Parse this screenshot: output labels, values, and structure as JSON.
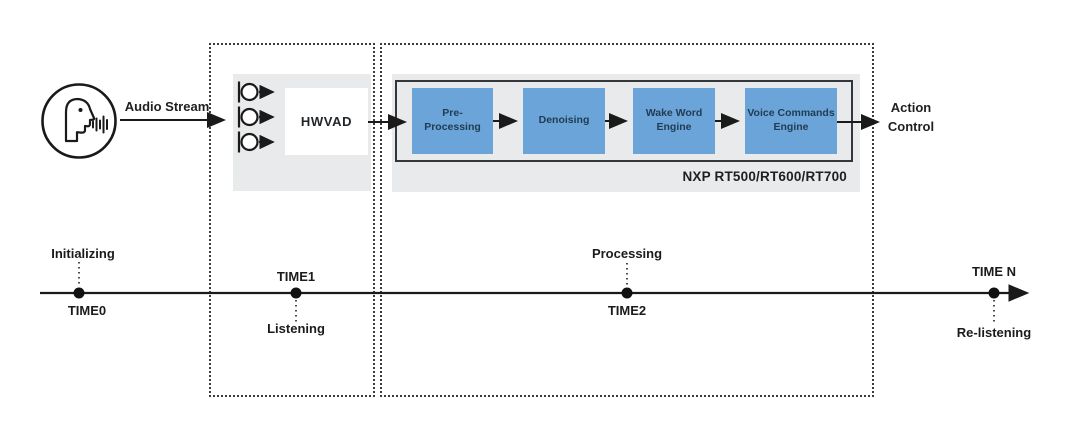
{
  "pipeline": {
    "audio_source": {
      "icon": "speaker-person-icon",
      "stream_label": "Audio Stream"
    },
    "hwvad_stage": {
      "mic_icon": "microphone-icon",
      "mic_count": 3,
      "box_label": "HWVAD"
    },
    "nxp_stage": {
      "engines": [
        {
          "label": "Pre-Processing"
        },
        {
          "label": "Denoising"
        },
        {
          "label": "Wake Word\nEngine"
        },
        {
          "label": "Voice Commands\nEngine"
        }
      ],
      "caption": "NXP RT500/RT600/RT700"
    },
    "output": {
      "label": "Action\nControl"
    }
  },
  "timeline": {
    "events": [
      {
        "time": "TIME0",
        "state": "Initializing",
        "state_position": "above",
        "time_position": "below"
      },
      {
        "time": "TIME1",
        "state": "Listening",
        "state_position": "below",
        "time_position": "above"
      },
      {
        "time": "TIME2",
        "state": "Processing",
        "state_position": "above",
        "time_position": "below"
      },
      {
        "time": "TIME N",
        "state": "Re-listening",
        "state_position": "below",
        "time_position": "above"
      }
    ]
  },
  "colors": {
    "engine_fill": "#6aa4d8",
    "engine_text": "#213c54",
    "panel_fill": "#e8eaeb",
    "chain_border": "#33373c",
    "line": "#1a1a1a"
  }
}
